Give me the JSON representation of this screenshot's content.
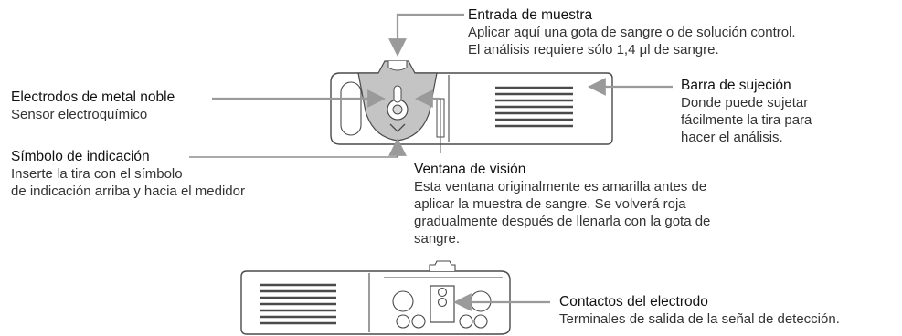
{
  "labels": {
    "sample_inlet": {
      "title": "Entrada de muestra",
      "line1": "Aplicar aquí una gota de sangre o de solución control.",
      "line2": "El análisis requiere sólo 1,4 μl de sangre."
    },
    "electrodes": {
      "title": "Electrodos de metal noble",
      "line1": "Sensor electroquímico"
    },
    "indicator_symbol": {
      "title": "Símbolo de indicación",
      "line1": "Inserte la tira con el símbolo",
      "line2": "de indicación arriba y hacia el medidor"
    },
    "grip_bar": {
      "title": "Barra de sujeción",
      "line1": "Donde puede sujetar",
      "line2": "fácilmente la tira para",
      "line3": "hacer el análisis."
    },
    "view_window": {
      "title": "Ventana de visión",
      "line1": "Esta ventana originalmente es amarilla antes de",
      "line2": "aplicar la muestra de sangre. Se volverá roja",
      "line3": "gradualmente después de llenarla con la gota de",
      "line4": "sangre."
    },
    "electrode_contacts": {
      "title": "Contactos del electrodo",
      "line1": "Terminales de salida de la señal de detección."
    }
  },
  "colors": {
    "outline": "#4a4a4a",
    "sensor_fill": "#c4c4c4",
    "arrow": "#9a9a9a",
    "leader": "#555555"
  }
}
